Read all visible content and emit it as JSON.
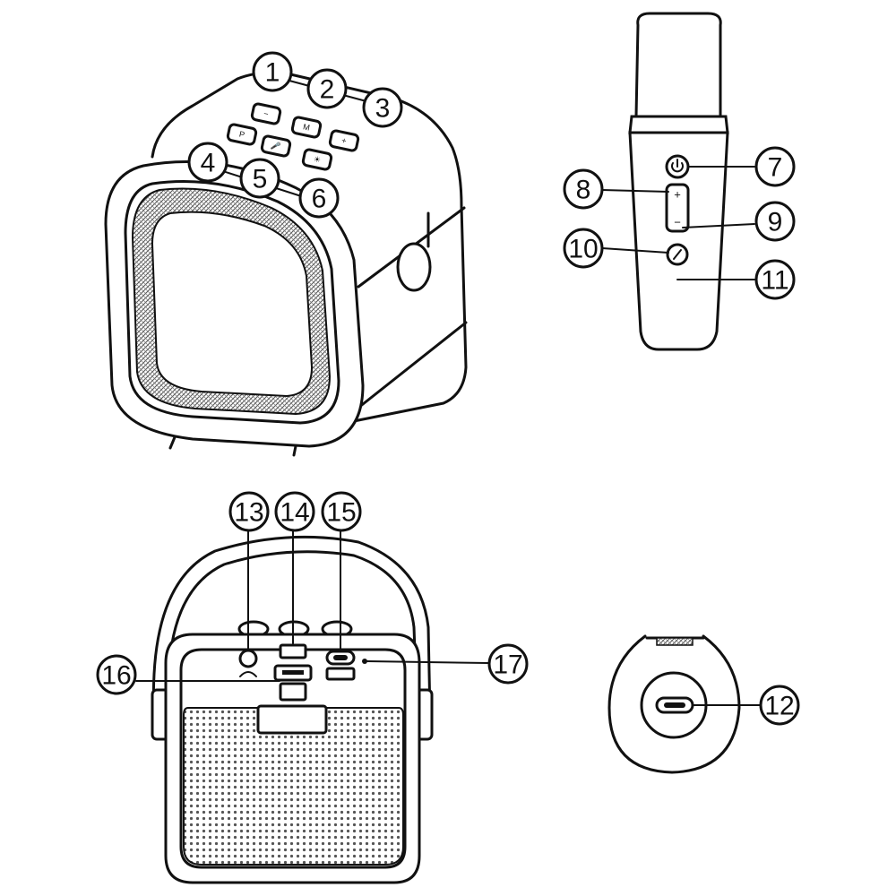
{
  "callouts": {
    "c1": "1",
    "c2": "2",
    "c3": "3",
    "c4": "4",
    "c5": "5",
    "c6": "6",
    "c7": "7",
    "c8": "8",
    "c9": "9",
    "c10": "10",
    "c11": "11",
    "c12": "12",
    "c13": "13",
    "c14": "14",
    "c15": "15",
    "c16": "16",
    "c17": "17"
  },
  "speaker_top_buttons": {
    "minus": "−",
    "mode": "M",
    "plus": "+",
    "prev": "P",
    "mic_mute": "🎤",
    "light": "☀"
  },
  "mic_buttons": {
    "plus": "+",
    "minus": "−"
  },
  "colors": {
    "line": "#111111",
    "background": "#ffffff",
    "grille": "#555555"
  }
}
